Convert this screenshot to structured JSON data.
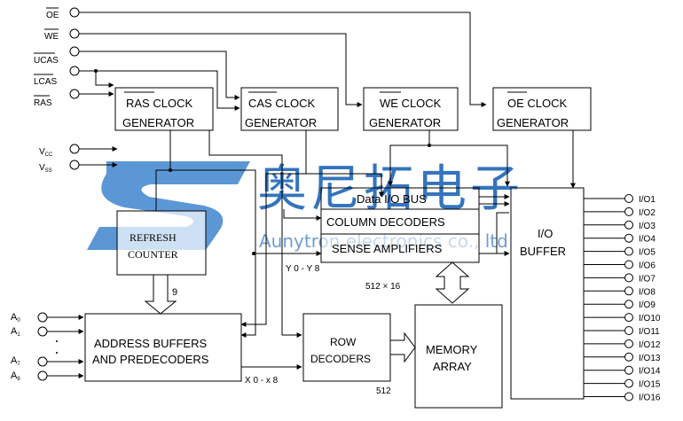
{
  "pins_left": [
    {
      "id": "oe",
      "label": "OE",
      "overbar": true
    },
    {
      "id": "we",
      "label": "WE",
      "overbar": true
    },
    {
      "id": "ucas",
      "label": "UCAS",
      "overbar": true
    },
    {
      "id": "lcas",
      "label": "LCAS",
      "overbar": true
    },
    {
      "id": "ras",
      "label": "RAS",
      "overbar": true
    }
  ],
  "power": [
    {
      "main": "V",
      "sub": "CC"
    },
    {
      "main": "V",
      "sub": "SS"
    }
  ],
  "address_pins": [
    {
      "main": "A",
      "sub": "0"
    },
    {
      "main": "A",
      "sub": "1"
    },
    {
      "main": "A",
      "sub": "7"
    },
    {
      "main": "A",
      "sub": "8"
    }
  ],
  "blocks": {
    "ras_clock": [
      "RAS CLOCK",
      "GENERATOR"
    ],
    "cas_clock": [
      "CAS CLOCK",
      "GENERATOR"
    ],
    "we_clock": [
      "WE CLOCK",
      "GENERATOR"
    ],
    "oe_clock": [
      "OE CLOCK",
      "GENERATOR"
    ],
    "refresh_counter": [
      "REFRESH",
      "COUNTER"
    ],
    "address_buffers": [
      "ADDRESS BUFFERS",
      "AND PREDECODERS"
    ],
    "row_decoders": [
      "ROW",
      "DECODERS"
    ],
    "memory_array": [
      "MEMORY",
      "ARRAY"
    ],
    "io_buffer": [
      "I/O",
      "BUFFER"
    ],
    "data_io_bus": "Data I/O BUS",
    "column_decoders": "COLUMN DECODERS",
    "sense_amplifiers": "SENSE AMPLIFIERS"
  },
  "annotations": {
    "refresh_bits": "9",
    "y_bus": "Y 0 - Y 8",
    "x_bus": "X 0 - x 8",
    "array_cols": "512 × 16",
    "row_count": "512"
  },
  "io_pins": [
    "I/O1",
    "I/O2",
    "I/O3",
    "I/O4",
    "I/O5",
    "I/O6",
    "I/O7",
    "I/O8",
    "I/O9",
    "I/O10",
    "I/O11",
    "I/O12",
    "I/O13",
    "I/O14",
    "I/O15",
    "I/O16"
  ],
  "watermark": {
    "cn": "奥尼拓电子",
    "en": "Aunytron electronics co., ltd",
    "color": "#2a78c8"
  }
}
